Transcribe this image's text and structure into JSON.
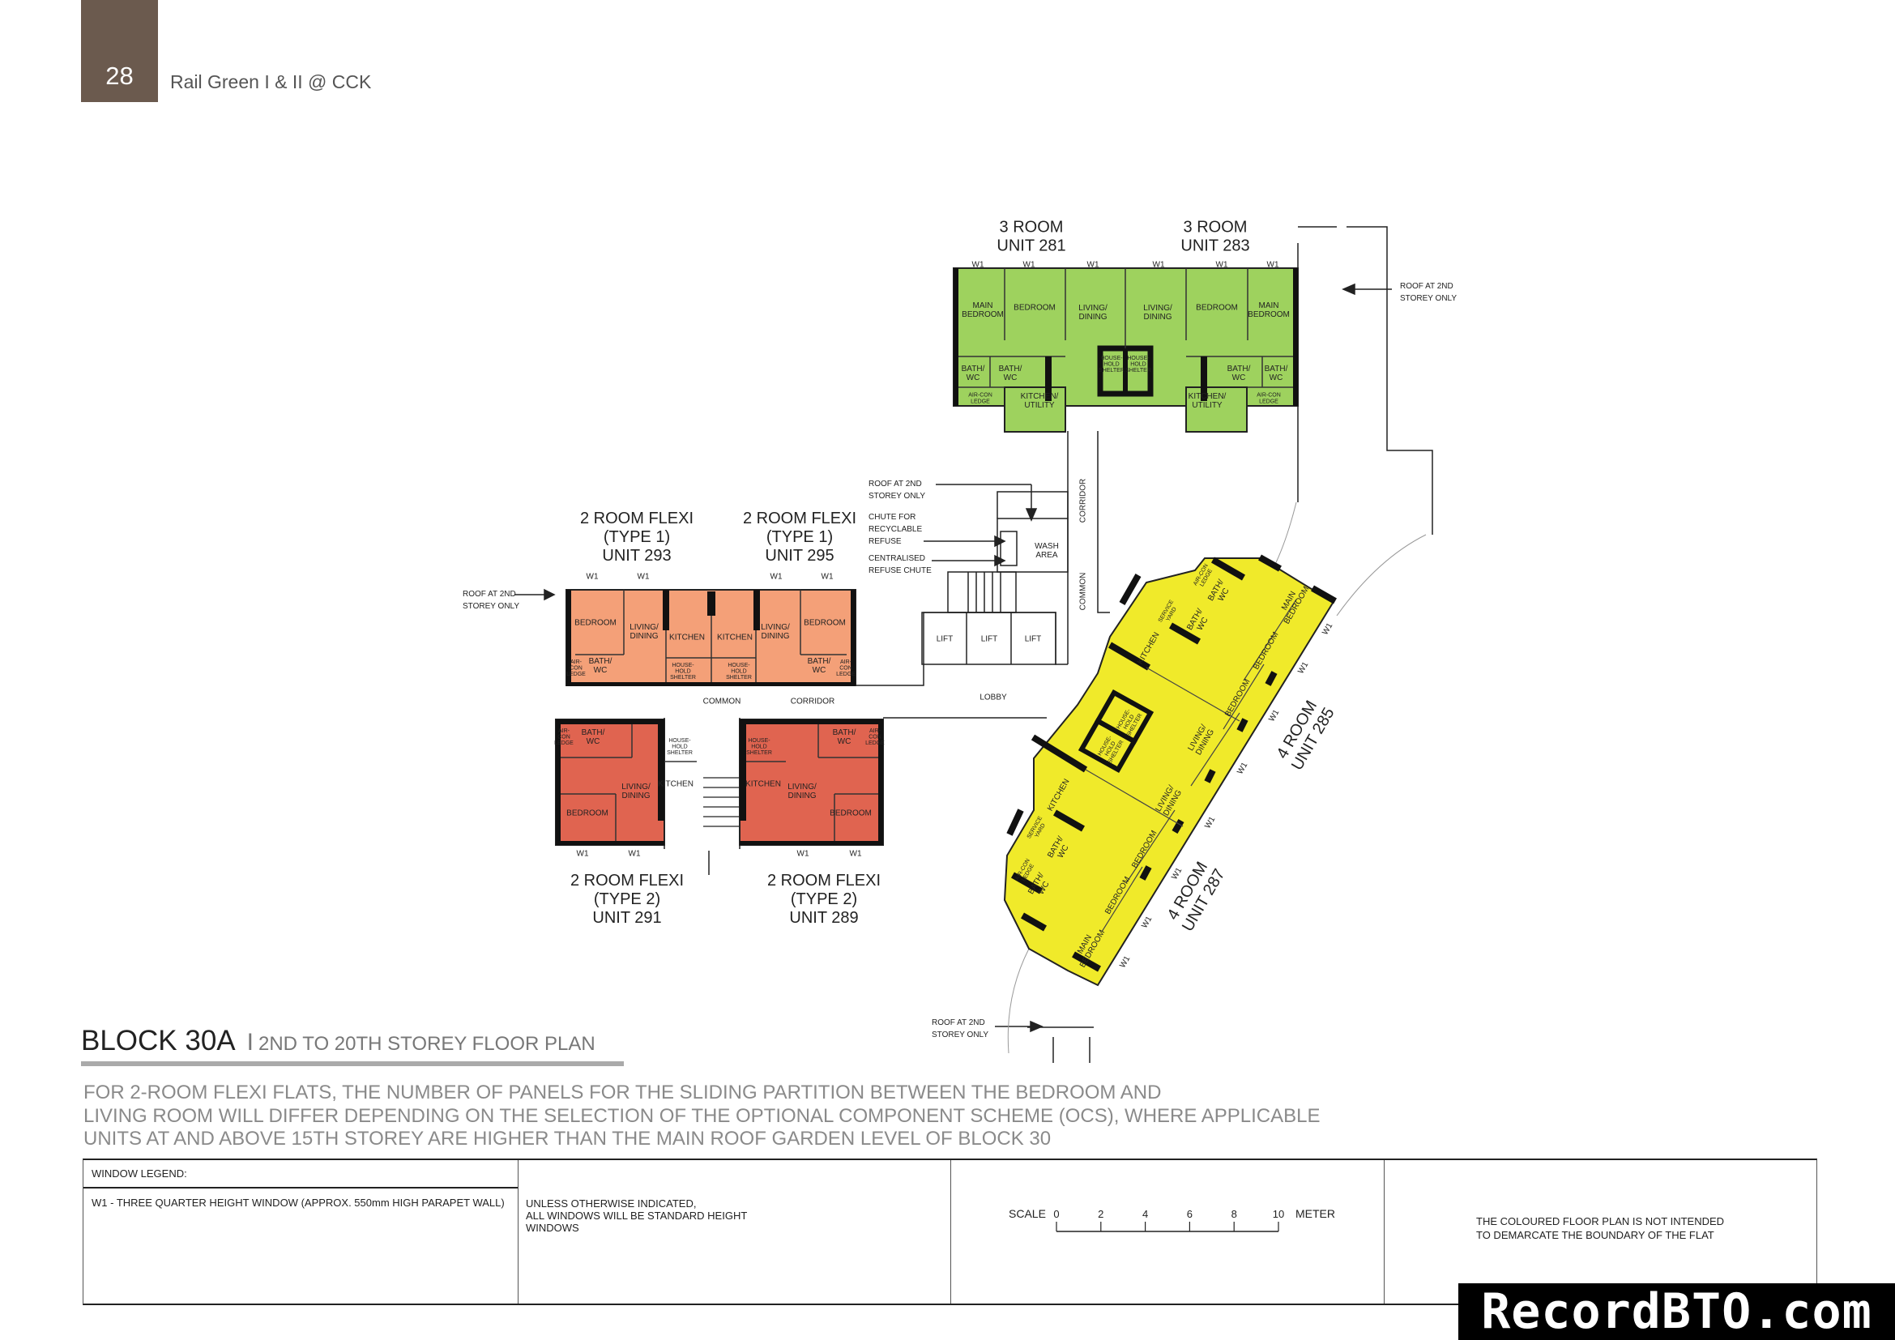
{
  "header": {
    "page_number": "28",
    "title": "Rail Green I & II @ CCK",
    "accent_color": "#6b5a4e"
  },
  "colors": {
    "three_room": "#9ed25e",
    "two_room_type1": "#f4a078",
    "two_room_type2": "#e06450",
    "four_room": "#f0ea2a"
  },
  "units": {
    "u281": [
      "3 ROOM",
      "UNIT 281"
    ],
    "u283": [
      "3 ROOM",
      "UNIT 283"
    ],
    "u293": [
      "2 ROOM FLEXI",
      "(TYPE 1)",
      "UNIT 293"
    ],
    "u295": [
      "2 ROOM FLEXI",
      "(TYPE 1)",
      "UNIT 295"
    ],
    "u291": [
      "2 ROOM FLEXI",
      "(TYPE 2)",
      "UNIT 291"
    ],
    "u289": [
      "2 ROOM FLEXI",
      "(TYPE 2)",
      "UNIT 289"
    ],
    "u285": [
      "4 ROOM",
      "UNIT 285"
    ],
    "u287": [
      "4 ROOM",
      "UNIT 287"
    ]
  },
  "rooms": {
    "green": [
      [
        "MAIN",
        "BEDROOM"
      ],
      [
        "BEDROOM"
      ],
      [
        "LIVING/",
        "DINING"
      ],
      [
        "LIVING/",
        "DINING"
      ],
      [
        "BEDROOM"
      ],
      [
        "MAIN",
        "BEDROOM"
      ],
      [
        "BATH/",
        "WC"
      ],
      [
        "BATH/",
        "WC"
      ],
      [
        "BATH/",
        "WC"
      ],
      [
        "BATH/",
        "WC"
      ],
      [
        "AIR-CON",
        "LEDGE"
      ],
      [
        "AIR-CON",
        "LEDGE"
      ],
      [
        "KITCHEN/",
        "UTILITY"
      ],
      [
        "KITCHEN/",
        "UTILITY"
      ],
      [
        "HOUSE-",
        "HOLD",
        "SHELTER"
      ],
      [
        "HOUSE-",
        "HOLD",
        "SHELTER"
      ]
    ],
    "orange": [
      [
        "BEDROOM"
      ],
      [
        "LIVING/",
        "DINING"
      ],
      [
        "KITCHEN"
      ],
      [
        "KITCHEN"
      ],
      [
        "LIVING/",
        "DINING"
      ],
      [
        "BEDROOM"
      ],
      [
        "BATH/",
        "WC"
      ],
      [
        "BATH/",
        "WC"
      ],
      [
        "AIR-",
        "CON",
        "LEDGE"
      ],
      [
        "AIR-",
        "CON",
        "LEDGE"
      ],
      [
        "HOUSE-",
        "HOLD",
        "SHELTER"
      ],
      [
        "HOUSE-",
        "HOLD",
        "SHELTER"
      ]
    ],
    "red": [
      [
        "BATH/",
        "WC"
      ],
      [
        "HOUSE-",
        "HOLD",
        "SHELTER"
      ],
      [
        "LIVING/",
        "DINING"
      ],
      [
        "KITCHEN"
      ],
      [
        "BEDROOM"
      ],
      [
        "AIR-",
        "CON",
        "LEDGE"
      ],
      [
        "BATH/",
        "WC"
      ],
      [
        "HOUSE-",
        "HOLD",
        "SHELTER"
      ],
      [
        "KITCHEN"
      ],
      [
        "LIVING/",
        "DINING"
      ],
      [
        "BEDROOM"
      ],
      [
        "AIR-",
        "CON",
        "LEDGE"
      ]
    ],
    "yellow": [
      [
        "MAIN",
        "BEDROOM"
      ],
      [
        "BATH/",
        "WC"
      ],
      [
        "BATH/",
        "WC"
      ],
      [
        "AIR-CON",
        "LEDGE"
      ],
      [
        "SERVICE",
        "YARD"
      ],
      [
        "KITCHEN"
      ],
      [
        "BEDROOM"
      ],
      [
        "BEDROOM"
      ],
      [
        "LIVING/",
        "DINING"
      ],
      [
        "HOUSE-",
        "HOLD",
        "SHELTER"
      ],
      [
        "HOUSE-",
        "HOLD",
        "SHELTER"
      ],
      [
        "KITCHEN"
      ],
      [
        "LIVING/",
        "DINING"
      ],
      [
        "SERVICE",
        "YARD"
      ],
      [
        "BATH/",
        "WC"
      ],
      [
        "AIR-CON",
        "LEDGE"
      ],
      [
        "BATH/",
        "WC"
      ],
      [
        "BEDROOM"
      ],
      [
        "BEDROOM"
      ],
      [
        "MAIN",
        "BEDROOM"
      ]
    ]
  },
  "window_label": "W1",
  "core": {
    "lift": "LIFT",
    "wash_area": [
      "WASH",
      "AREA"
    ],
    "lobby": "LOBBY",
    "common": "COMMON",
    "corridor": "CORRIDOR",
    "roof_note": [
      "ROOF AT 2ND",
      "STOREY ONLY"
    ],
    "chute_recyclable": [
      "CHUTE FOR",
      "RECYCLABLE",
      "REFUSE"
    ],
    "chute_centralised": [
      "CENTRALISED",
      "REFUSE CHUTE"
    ]
  },
  "block": {
    "title": "BLOCK 30A",
    "separator": "I",
    "subtitle": "2ND TO 20TH STOREY FLOOR PLAN"
  },
  "notes": [
    "FOR 2-ROOM FLEXI FLATS, THE NUMBER OF PANELS FOR THE SLIDING PARTITION BETWEEN THE BEDROOM AND",
    "LIVING ROOM WILL DIFFER DEPENDING ON THE SELECTION OF THE OPTIONAL COMPONENT SCHEME (OCS), WHERE APPLICABLE",
    "UNITS AT AND ABOVE 15TH STOREY ARE HIGHER THAN THE MAIN ROOF GARDEN LEVEL OF BLOCK 30"
  ],
  "legend": {
    "header": "WINDOW LEGEND:",
    "w1": "W1 - THREE QUARTER HEIGHT WINDOW (APPROX. 550mm HIGH PARAPET WALL)",
    "standard": [
      "UNLESS OTHERWISE INDICATED,",
      "ALL WINDOWS WILL BE STANDARD HEIGHT",
      "WINDOWS"
    ],
    "scale_label": "SCALE",
    "scale_ticks": [
      "0",
      "2",
      "4",
      "6",
      "8",
      "10"
    ],
    "scale_unit": "METER",
    "disclaimer": [
      "THE COLOURED FLOOR PLAN IS NOT INTENDED",
      "TO DEMARCATE THE BOUNDARY OF THE FLAT"
    ]
  },
  "watermark": "RecordBTO.com"
}
